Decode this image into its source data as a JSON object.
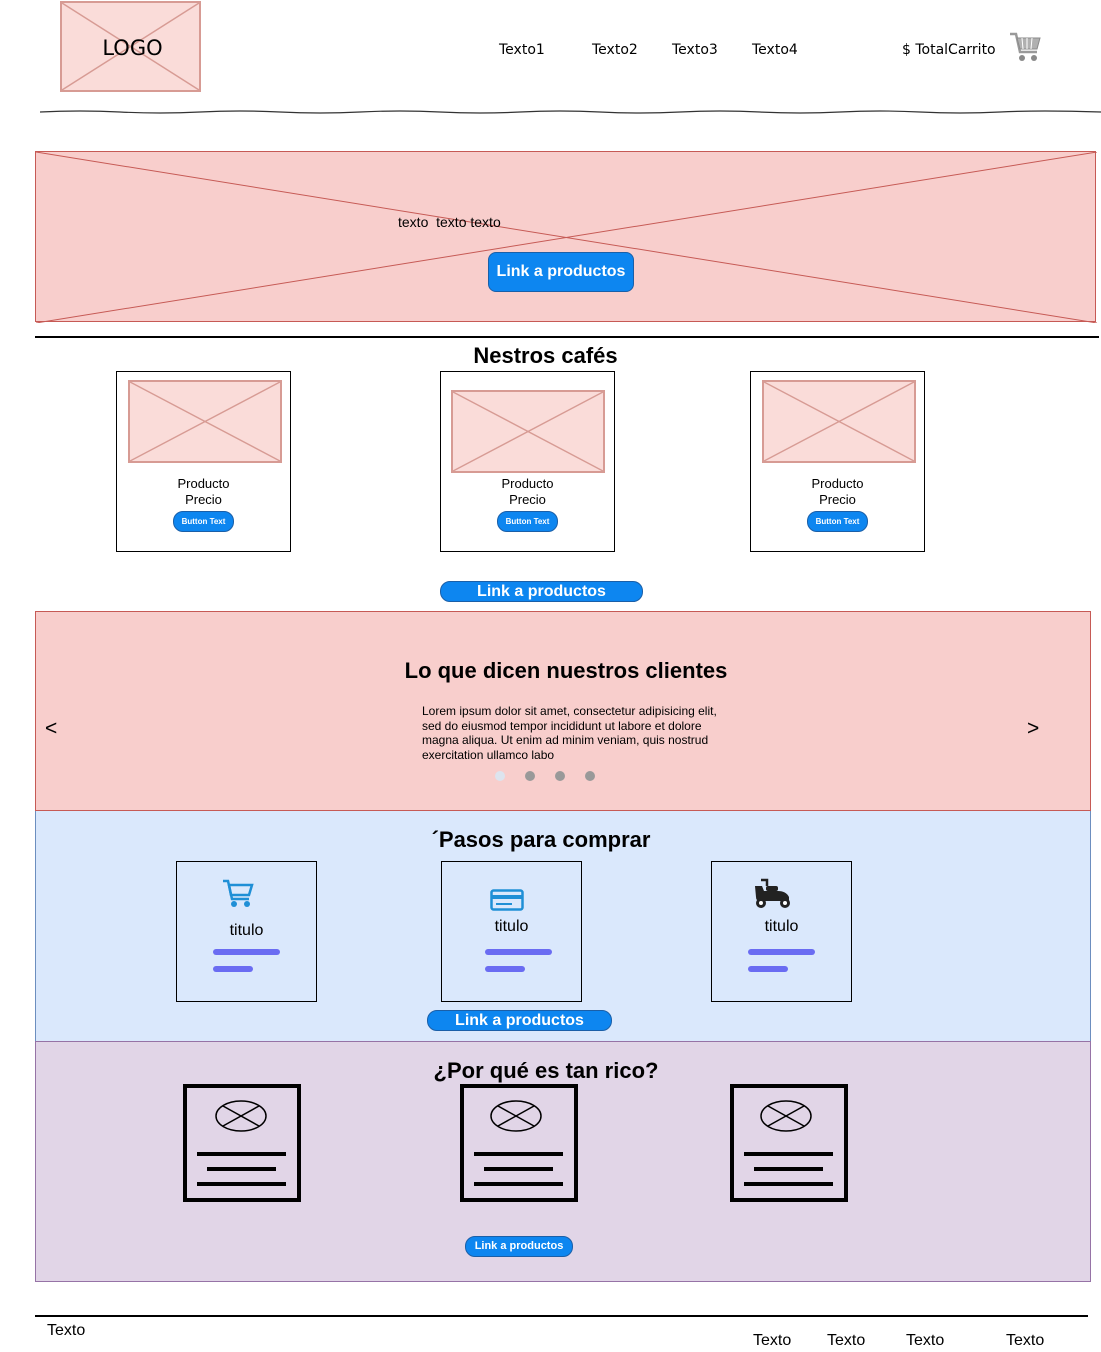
{
  "header": {
    "logo_label": "LOGO",
    "nav_items": [
      "Texto1",
      "Texto2",
      "Texto3",
      "Texto4"
    ],
    "cart_total": "$ TotalCarrito",
    "cart_icon": "shopping-cart-icon"
  },
  "hero": {
    "text": "texto  texto texto",
    "button_label": "Link a productos"
  },
  "products": {
    "title": "Nestros cafés",
    "items": [
      {
        "name": "Producto",
        "price": "Precio",
        "button_label": "Button Text"
      },
      {
        "name": "Producto",
        "price": "Precio",
        "button_label": "Button Text"
      },
      {
        "name": "Producto",
        "price": "Precio",
        "button_label": "Button Text"
      }
    ],
    "link_label": "Link a productos"
  },
  "testimonials": {
    "title": "Lo que dicen nuestros clientes",
    "body": "Lorem ipsum dolor sit amet, consectetur adipisicing elit, sed do eiusmod tempor incididunt ut labore et dolore magna aliqua. Ut enim ad minim veniam, quis nostrud exercitation ullamco labo",
    "prev_label": "<",
    "next_label": ">",
    "dots": 4,
    "active_dot": 0
  },
  "steps": {
    "title": "´Pasos para comprar",
    "items": [
      {
        "icon": "shopping-cart-icon",
        "title": "titulo"
      },
      {
        "icon": "credit-card-icon",
        "title": "titulo"
      },
      {
        "icon": "scooter-icon",
        "title": "titulo"
      }
    ],
    "link_label": "Link a productos"
  },
  "why": {
    "title": "¿Por qué es tan rico?",
    "items": 3,
    "link_label": "Link a productos"
  },
  "footer": {
    "left_text": "Texto",
    "links": [
      "Texto",
      "Texto",
      "Texto",
      "Texto"
    ]
  },
  "colors": {
    "accent": "#0d86f0",
    "hero_bg": "#f8cecc",
    "testimonials_bg": "#f8cecc",
    "steps_bg": "#dae8fc",
    "why_bg": "#e1d5e7",
    "bar": "#6a6cf2"
  }
}
